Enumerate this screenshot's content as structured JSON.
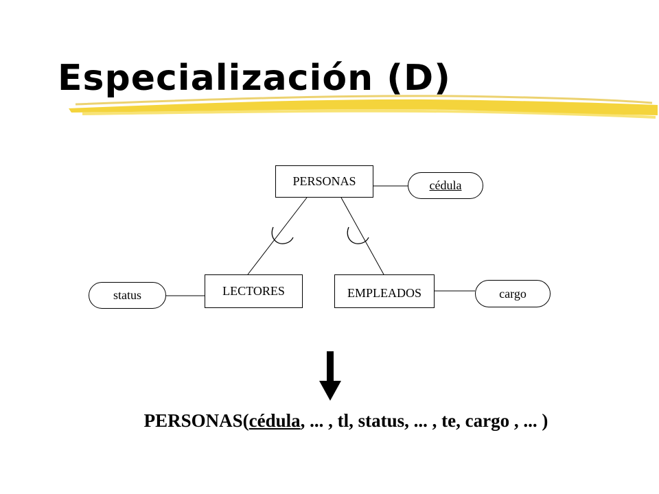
{
  "slide": {
    "title": "Especialización (D)"
  },
  "diagram": {
    "superclass": {
      "label": "PERSONAS"
    },
    "key_attribute": {
      "label": "cédula"
    },
    "subclasses": [
      {
        "label": "LECTORES",
        "attribute": "status"
      },
      {
        "label": "EMPLEADOS",
        "attribute": "cargo"
      }
    ]
  },
  "formula": {
    "prefix": "PERSONAS(",
    "key": "cédula",
    "rest": ", ... , tl, status, ... , te, cargo , ... )"
  },
  "colors": {
    "highlighter": "#f2cc1a",
    "line": "#000000"
  }
}
